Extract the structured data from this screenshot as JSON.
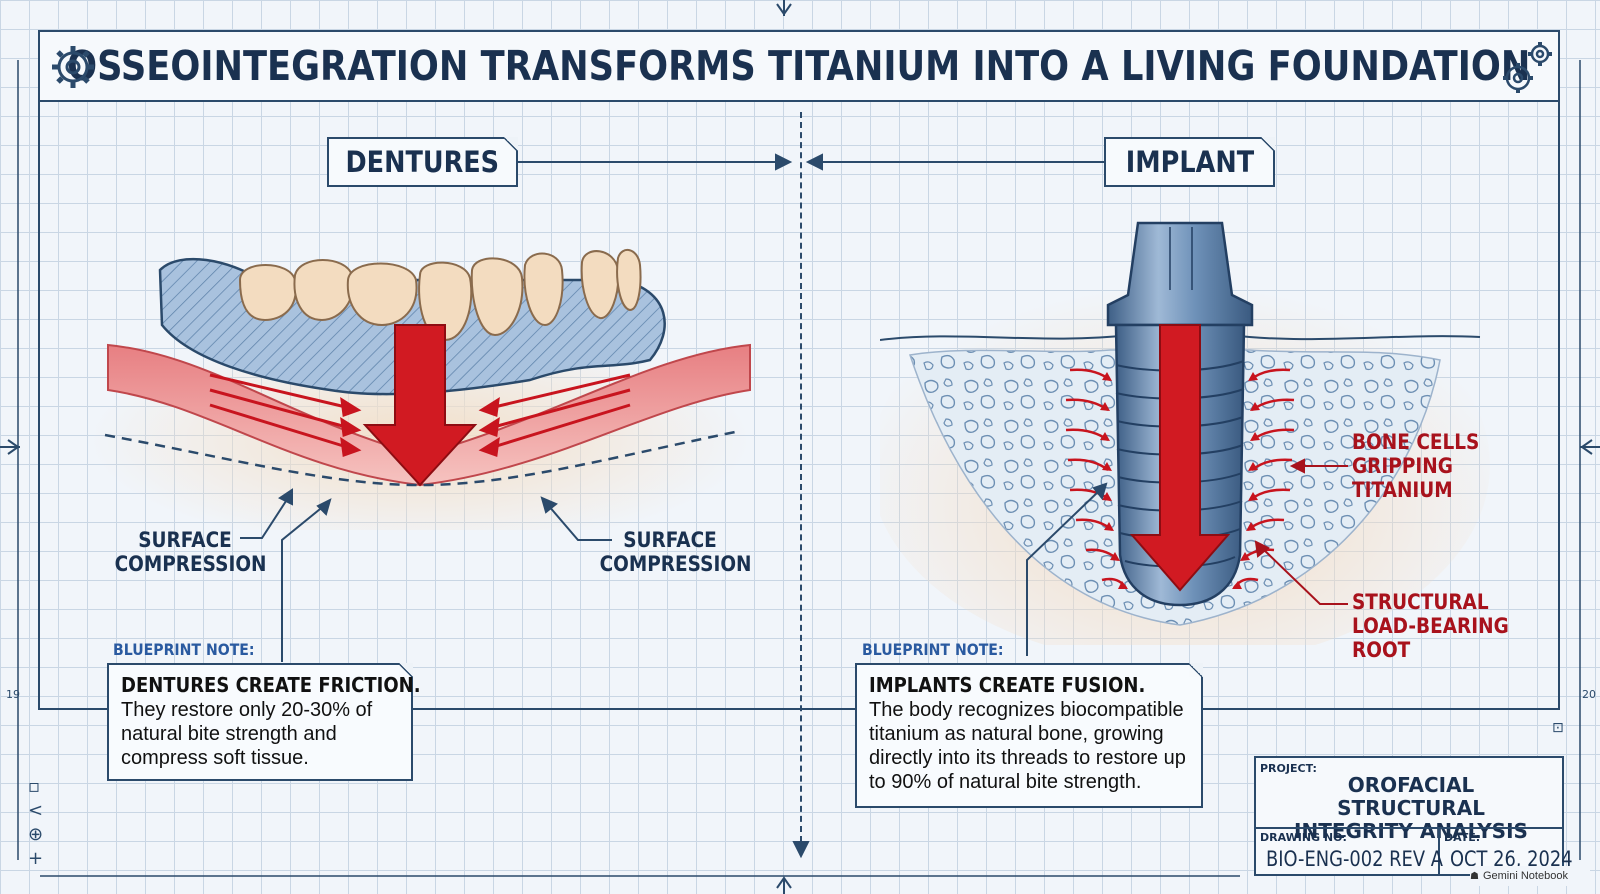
{
  "title": "OSSEOINTEGRATION TRANSFORMS TITANIUM INTO A LIVING FOUNDATION",
  "left": {
    "label": "DENTURES",
    "callout_left": "SURFACE\nCOMPRESSION",
    "callout_right": "SURFACE\nCOMPRESSION",
    "note_label": "BLUEPRINT NOTE:",
    "note_head": "DENTURES CREATE FRICTION.",
    "note_body": "They restore only 20-30% of natural bite strength and compress soft tissue."
  },
  "right": {
    "label": "IMPLANT",
    "callout_top": "BONE CELLS\nGRIPPING\nTITANIUM",
    "callout_bottom": "STRUCTURAL\nLOAD-BEARING\nROOT",
    "note_label": "BLUEPRINT NOTE:",
    "note_head": "IMPLANTS CREATE FUSION.",
    "note_body": "The body recognizes biocompatible titanium as natural bone, growing directly into its threads to restore up to 90% of natural bite strength."
  },
  "title_block": {
    "project_label": "PROJECT:",
    "project_value": "OROFACIAL STRUCTURAL\nINTEGRITY ANALYSIS",
    "drawing_label": "DRAWING NO:",
    "drawing_value": "BIO-ENG-002 REV A",
    "date_label": "DATE:",
    "date_value": "OCT 26, 2024"
  },
  "edge_left_number": "19",
  "edge_right_number": "20",
  "watermark": "Gemini Notebook",
  "colors": {
    "navy": "#1a3150",
    "red": "#c8141e",
    "gum": "#e88a8a",
    "denture_base": "#8fb0d4",
    "titanium": "#5f84ae"
  }
}
